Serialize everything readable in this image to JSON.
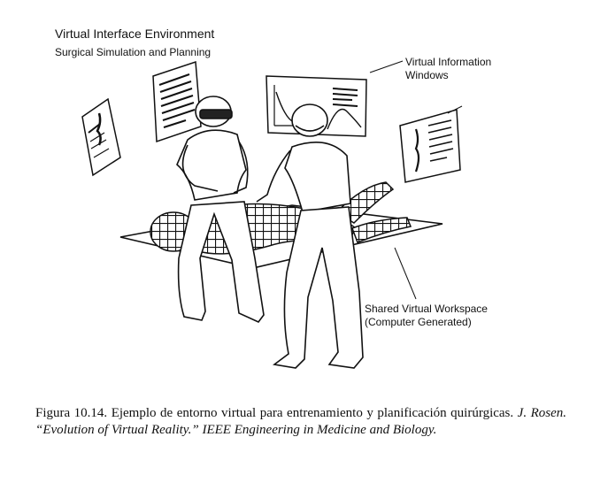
{
  "labels": {
    "title_line1": "Virtual Interface Environment",
    "title_line2": "Surgical Simulation and Planning",
    "info_windows_line1": "Virtual Information",
    "info_windows_line2": "Windows",
    "workspace_line1": "Shared Virtual Workspace",
    "workspace_line2": "(Computer Generated)"
  },
  "caption": {
    "prefix": "Figura 10.14. Ejemplo de entorno virtual para entrenamiento y planificación quirúrgicas.",
    "author": "J. Rosen.",
    "title": "“Evolution of Virtual Reality.”",
    "journal": "IEEE Engineering in Medicine and Biology."
  }
}
